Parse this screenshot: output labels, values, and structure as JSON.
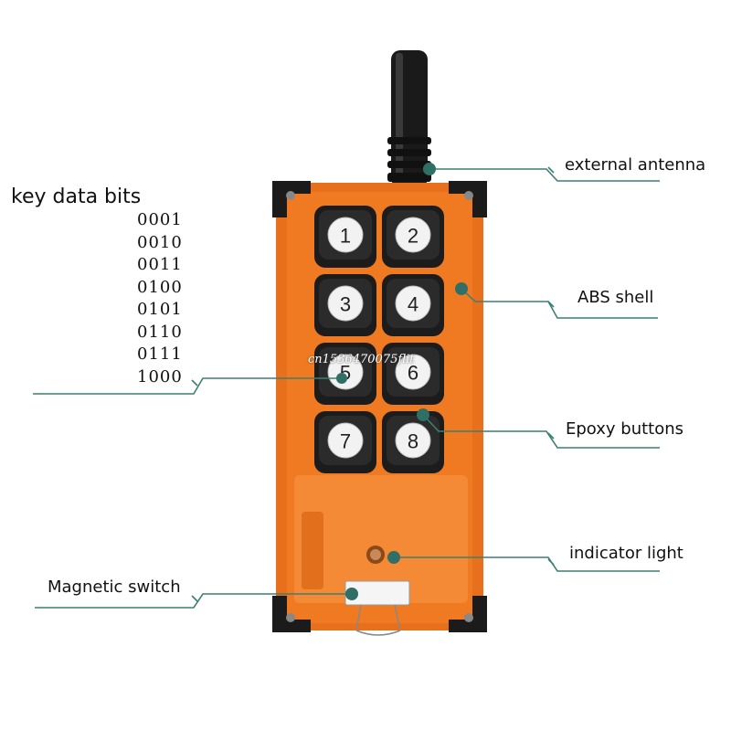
{
  "title": "key data bits",
  "key_data_bits": [
    "0001",
    "0010",
    "0011",
    "0100",
    "0101",
    "0110",
    "0111",
    "1000"
  ],
  "watermark": "cn1536470075flit",
  "callouts": {
    "external_antenna": "external antenna",
    "abs_shell": "ABS shell",
    "epoxy_buttons": "Epoxy buttons",
    "indicator_light": "indicator light",
    "magnetic_switch": "Magnetic switch"
  },
  "buttons": [
    "1",
    "2",
    "3",
    "4",
    "5",
    "6",
    "7",
    "8"
  ],
  "colors": {
    "shell": "#f07a22",
    "shell_dark": "#d9651a",
    "button_body": "#1c1c1c",
    "button_face": "#f2f2f2",
    "leader_line": "#3d7f73",
    "dot": "#2f6f66"
  }
}
